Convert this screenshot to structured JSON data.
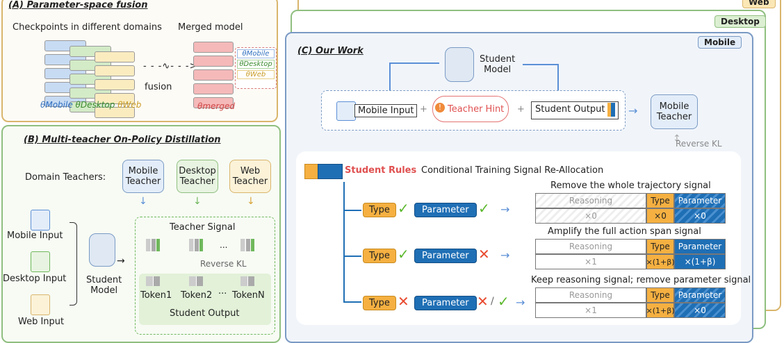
{
  "panel_a": {
    "title": "(A) Parameter-space fusion",
    "checkpoints_label": "Checkpoints in different domains",
    "merged_label": "Merged model",
    "fusion_label": "fusion",
    "theta_mobile": "θMobile",
    "theta_desktop": "θDesktop",
    "theta_web": "θWeb",
    "theta_merged": "θmerged"
  },
  "panel_b": {
    "title": "(B) Multi-teacher On-Policy Distillation",
    "domain_teachers_label": "Domain Teachers:",
    "teachers": [
      "Mobile\nTeacher",
      "Desktop\nTeacher",
      "Web\nTeacher"
    ],
    "inputs": [
      "Mobile Input",
      "Desktop Input",
      "Web Input"
    ],
    "student_model": "Student\nModel",
    "teacher_signal": "Teacher Signal",
    "reverse_kl": "Reverse KL",
    "ellipsis": "...",
    "tokens": [
      "Token1",
      "Token2",
      "···",
      "TokenN"
    ],
    "student_output": "Student Output"
  },
  "panel_c": {
    "tags": {
      "web": "Web",
      "desktop": "Desktop",
      "mobile": "Mobile"
    },
    "title": "(C) Our Work",
    "student_model": "Student\nModel",
    "mobile_input": "Mobile Input",
    "teacher_hint": "Teacher Hint",
    "plus": "+",
    "student_output": "Student Output",
    "mobile_teacher": "Mobile\nTeacher",
    "reverse_kl": "Reverse KL",
    "student_rules": "Student Rules",
    "signal_title": "Conditional Training Signal Re-Allocation",
    "type_label": "Type",
    "param_label": "Parameter",
    "slash": "/",
    "rules": [
      {
        "heading": "Remove the whole trajectory signal",
        "reasoning": "Reasoning",
        "type": "Type",
        "parameter": "Parameter",
        "w_reasoning": "×0",
        "w_type": "×0",
        "w_param": "×0"
      },
      {
        "heading": "Amplify the full action span signal",
        "reasoning": "Reasoning",
        "type": "Type",
        "parameter": "Parameter",
        "w_reasoning": "×1",
        "w_type": "×(1+β)",
        "w_param": "×(1+β)"
      },
      {
        "heading": "Keep reasoning signal; remove parameter signal",
        "reasoning": "Reasoning",
        "type": "Type",
        "parameter": "Parameter",
        "w_reasoning": "×1",
        "w_type": "×(1+β)",
        "w_param": "×0"
      }
    ]
  },
  "colors": {
    "mobile": "#5b8fd6",
    "desktop": "#6fb85c",
    "web": "#e0b040",
    "merged": "#f08a8a",
    "type": "#f5b041",
    "param": "#1f6fb5"
  }
}
